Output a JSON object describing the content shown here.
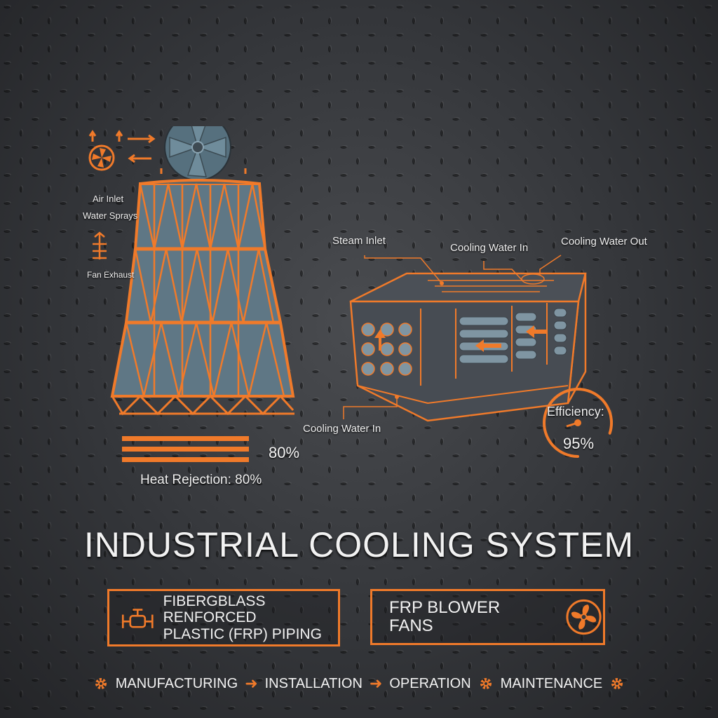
{
  "colors": {
    "accent": "#f07a2a",
    "steel": "#5f7785",
    "background": "#36383c"
  },
  "tower": {
    "legend": {
      "air_inlet": "Air Inlet",
      "water_sprays": "Water Sprays",
      "fan_exhaust": "Fan Exhaust"
    },
    "heat_rejection": {
      "value_text": "80%",
      "caption": "Heat Rejection: 80%",
      "value": 0.8
    }
  },
  "condenser": {
    "labels": {
      "steam_inlet": "Steam Inlet",
      "cooling_water_in_top": "Cooling Water In",
      "cooling_water_out": "Cooling Water Out",
      "cooling_water_in_bottom": "Cooling Water In"
    }
  },
  "efficiency": {
    "label": "Efficiency:",
    "value_text": "95%",
    "value": 0.95
  },
  "title": "INDUSTRIAL COOLING SYSTEM",
  "products": {
    "piping": {
      "line1": "FIBERGBLASS RENFORCED",
      "line2": "PLASTIC (FRP) PIPING",
      "icon": "valve-icon"
    },
    "fans": {
      "label": "FRP BLOWER FANS",
      "icon": "fan-icon"
    }
  },
  "process": {
    "steps": [
      "MANUFACTURING",
      "INSTALLATION",
      "OPERATION",
      "MAINTENANCE"
    ]
  }
}
